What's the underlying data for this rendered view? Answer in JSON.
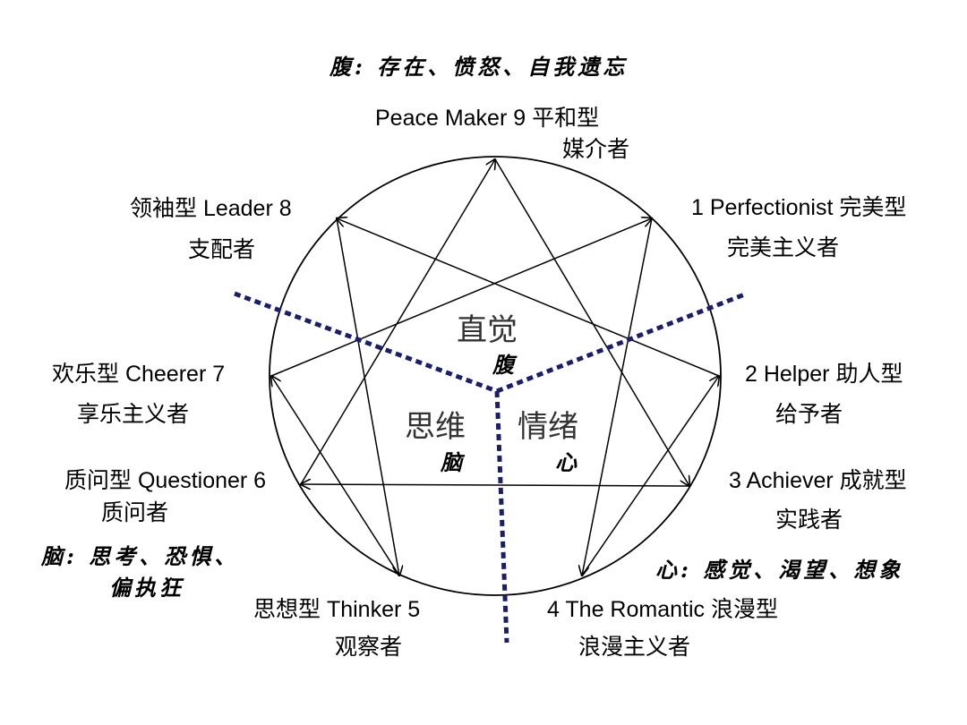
{
  "colors": {
    "line": "#000000",
    "divider": "#1a1f6b"
  },
  "top_note": "腹: 存在、愤怒、自我遗忘",
  "left_note": {
    "line1": "脑: 思考、恐惧、",
    "line2": "偏执狂"
  },
  "right_note": "心: 感觉、渴望、想象",
  "center": {
    "gut_big": "直觉",
    "gut_small": "腹",
    "head_big": "思维",
    "head_small": "脑",
    "heart_big": "情绪",
    "heart_small": "心"
  },
  "types": {
    "t9": {
      "label": "Peace Maker 9 平和型",
      "desc": "媒介者"
    },
    "t8": {
      "label": "领袖型 Leader 8",
      "desc": "支配者"
    },
    "t1": {
      "label": "1 Perfectionist 完美型",
      "desc": "完美主义者"
    },
    "t7": {
      "label": "欢乐型 Cheerer 7",
      "desc": "享乐主义者"
    },
    "t2": {
      "label": "2 Helper 助人型",
      "desc": "给予者"
    },
    "t6": {
      "label": "质问型 Questioner 6",
      "desc": "质问者"
    },
    "t3": {
      "label": "3 Achiever 成就型",
      "desc": "实践者"
    },
    "t5": {
      "label": "思想型 Thinker 5",
      "desc": "观察者"
    },
    "t4": {
      "label": "4 The Romantic 浪漫型",
      "desc": "浪漫主义者"
    }
  }
}
